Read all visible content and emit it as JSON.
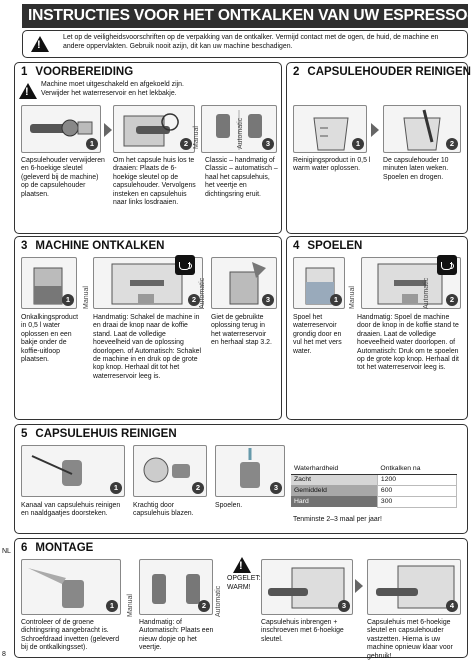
{
  "title": "INSTRUCTIES VOOR HET ONTKALKEN VAN UW ESPRESSO-MACHINE",
  "warning_top": "Let op de veiligheidsvoorschriften op de verpakking van de ontkalker. Vermijd contact met de ogen, de huid, de machine en andere oppervlakten. Gebruik nooit azijn, dit kan uw machine beschadigen.",
  "s1": {
    "num": "1",
    "title": "VOORBEREIDING",
    "warning": "Machine moet uitgeschakeld en afgekoeld zijn. Verwijder het waterreservoir en het lekbakje.",
    "steps": [
      {
        "badge": "1",
        "text": "Capsulehouder verwijderen en 6-hoekige sleutel (geleverd bij de machine) op de capsulehouder plaatsen."
      },
      {
        "badge": "2",
        "text": "Om het capsule huis los te draaien: Plaats de 6-hoekige sleutel op de capsulehouder. Vervolgens insteken en capsulehuis naar links losdraaien."
      },
      {
        "badge": "3",
        "text": "Classic – handmatig of Classic – automatisch – haal het capsulehuis, het veertje en dichtingsring eruit."
      }
    ],
    "label_manual": "Manual",
    "label_automatic": "Automatic"
  },
  "s2": {
    "num": "2",
    "title": "CAPSULEHOUDER REINIGEN",
    "steps": [
      {
        "badge": "1",
        "text": "Reinigingsproduct in 0,5 l warm water oplossen."
      },
      {
        "badge": "2",
        "text": "De capsulehouder 10 minuten laten weken. Spoelen en drogen."
      }
    ]
  },
  "s3": {
    "num": "3",
    "title": "MACHINE ONTKALKEN",
    "steps": [
      {
        "badge": "1",
        "text": "Onkalkingsproduct in 0,5 l water oplossen en een bakje onder de koffie-uitloop plaatsen."
      },
      {
        "badge": "2",
        "text": "Handmatig: Schakel de machine in en draai de knop naar de koffie stand. Laat de volledige hoeveelheid van de oplossing doorlopen. of Automatisch: Schakel de machine in en druk op de grote kop knop. Herhaal dit tot het waterreservoir leeg is."
      },
      {
        "badge": "3",
        "text": "Giet de gebruikte oplossing terug in het waterreservoir en herhaal stap 3.2."
      }
    ],
    "label_manual": "Manual",
    "label_automatic": "Automatic"
  },
  "s4": {
    "num": "4",
    "title": "SPOELEN",
    "steps": [
      {
        "badge": "1",
        "text": "Spoel het waterreservoir grondig door en vul het met vers water."
      },
      {
        "badge": "2",
        "text": "Handmatig: Spoel de machine door de knop in de koffie stand te draaien. Laat de volledige hoeveelheid water doorlopen. of Automatisch: Druk om te spoelen op de grote kop knop. Herhaal dit tot het waterreservoir leeg is."
      }
    ],
    "label_manual": "Manual",
    "label_automatic": "Automatic"
  },
  "s5": {
    "num": "5",
    "title": "CAPSULEHUIS REINIGEN",
    "steps": [
      {
        "badge": "1",
        "text": "Kanaal van capsulehuis reinigen en naaldgaatjes doorsteken."
      },
      {
        "badge": "2",
        "text": "Krachtig door capsulehuis blazen."
      },
      {
        "badge": "3",
        "text": "Spoelen."
      }
    ],
    "table": {
      "col1": "Waterhardheid",
      "col2": "Ontkalken na",
      "rows": [
        {
          "label": "Zacht",
          "value": "1200"
        },
        {
          "label": "Gemiddeld",
          "value": "600"
        },
        {
          "label": "Hard",
          "value": "300"
        }
      ],
      "footnote": "Tenminste 2–3 maal per jaar!"
    }
  },
  "s6": {
    "num": "6",
    "title": "MONTAGE",
    "warning": "OPGELET: WARM!",
    "steps": [
      {
        "badge": "1",
        "text": "Controleer of de groene dichtingsring aangebracht is. Schroefdraad invetten (geleverd bij de ontkalkingsset)."
      },
      {
        "badge": "2",
        "text": "Handmatig: of Automatisch: Plaats een nieuw dopje op het veertje."
      },
      {
        "badge": "3",
        "text": "Capsulehuis inbrengen + inschroeven met 6-hoekige sleutel."
      },
      {
        "badge": "4",
        "text": "Capsulehuis met 6-hoekige sleutel en capsulehouder vastzetten. Hierna is uw machine opnieuw klaar voor gebruik!"
      }
    ],
    "label_manual": "Manual",
    "label_automatic": "Automatic"
  },
  "side": {
    "lang": "NL",
    "page": "8"
  }
}
